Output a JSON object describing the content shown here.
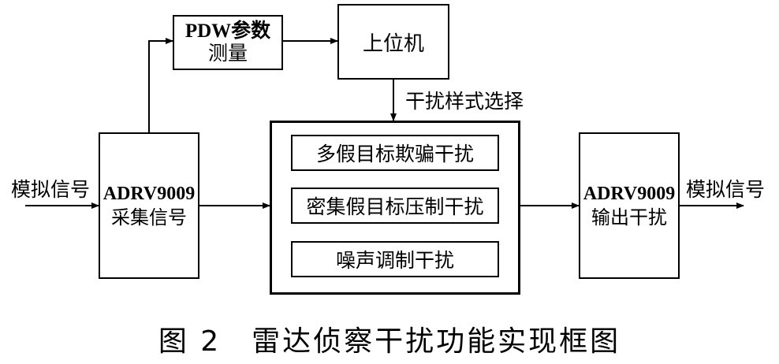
{
  "blocks": {
    "pdw": {
      "line1": "PDW参数",
      "line2": "测量"
    },
    "host": {
      "label": "上位机"
    },
    "adrv_in": {
      "line1": "ADRV9009",
      "line2": "采集信号"
    },
    "adrv_out": {
      "line1": "ADRV9009",
      "line2": "输出干扰"
    },
    "jamming": [
      {
        "label": "多假目标欺骗干扰"
      },
      {
        "label": "密集假目标压制干扰"
      },
      {
        "label": "噪声调制干扰"
      }
    ]
  },
  "edge_labels": {
    "input": "模拟信号",
    "output": "模拟信号",
    "style_select": "干扰样式选择"
  },
  "caption": "图 2　雷达侦察干扰功能实现框图"
}
